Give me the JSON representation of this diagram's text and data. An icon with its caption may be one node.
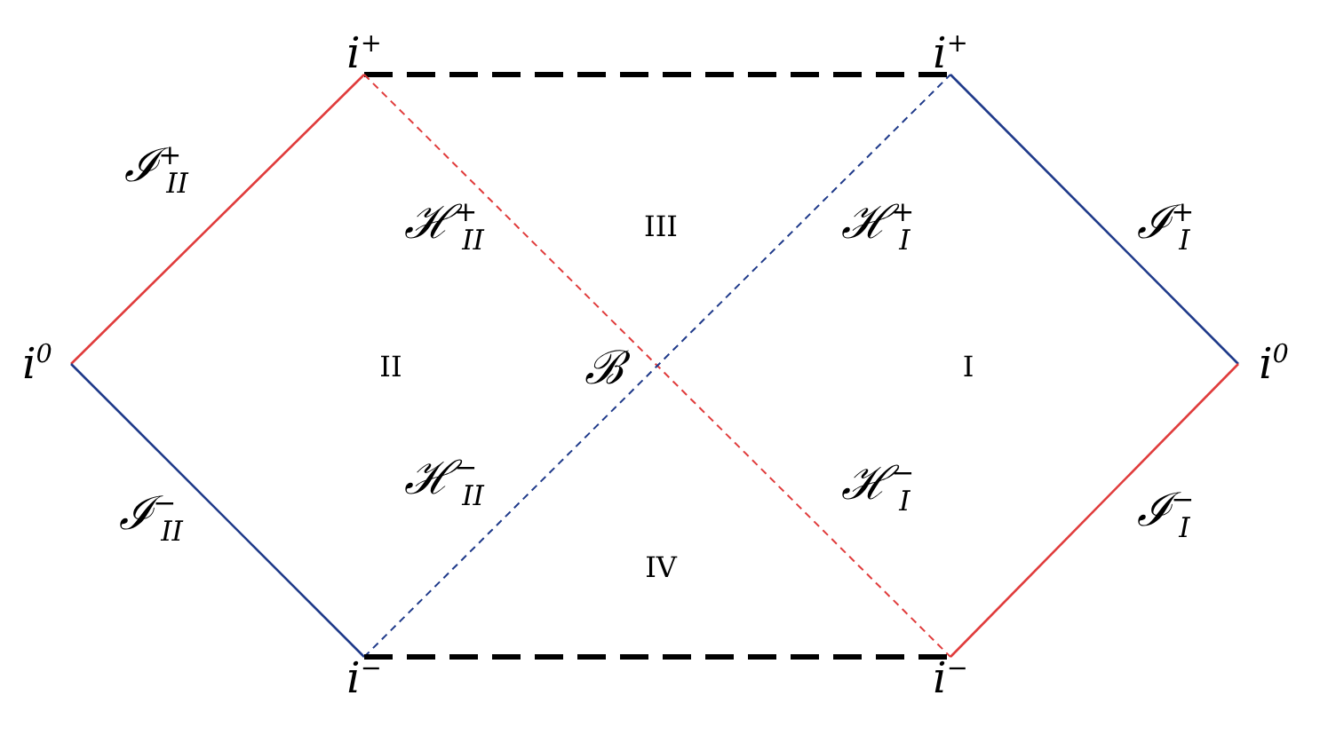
{
  "diagram": {
    "nodes": [
      {
        "text": [
          "i$^{+}$"
        ]
      },
      {
        "text": [
          "i$^{+}$"
        ]
      },
      {
        "text": [
          "i$^{0}$"
        ]
      },
      {
        "text": [
          "i$^{0}$"
        ]
      },
      {
        "text": [
          "i$^{−}$"
        ]
      },
      {
        "text": [
          "i$^{−}$"
        ]
      }
    ],
    "edges": [
      {
        "from": 2,
        "to": 0,
        "arrow": "none",
        "color": "#e03c3c"
      },
      {
        "from": 0,
        "to": 1,
        "arrow": "none",
        "style": "dashed",
        "color": "#000000"
      },
      {
        "from": 1,
        "to": 3,
        "arrow": "none",
        "color": "#1f3a8a"
      },
      {
        "from": 2,
        "to": 4,
        "arrow": "none",
        "color": "#1f3a8a"
      },
      {
        "from": 0,
        "to": 5,
        "arrow": "none",
        "style": "dashed",
        "color": "#e03c3c"
      },
      {
        "from": 4,
        "to": 1,
        "arrow": "none",
        "style": "dashed",
        "color": "#1f3a8a"
      },
      {
        "from": 4,
        "to": 5,
        "arrow": "none",
        "style": "dashed",
        "color": "#000000"
      },
      {
        "from": 3,
        "to": 5,
        "arrow": "none",
        "color": "#e03c3c"
      }
    ],
    "labels": [
      "ℐ$^{+}$$_{II}$",
      "ℐ$^{+}$$_{I}$",
      "ℋ$^{+}$$_{II}$",
      "III",
      "ℋ$^{+}$$_{I}$",
      "II",
      "ℬ",
      "I",
      "ℋ$^{−}$$_{II}$",
      "ℋ$^{−}$$_{I}$",
      "ℐ$^{−}$$_{II}$",
      "IV",
      "ℐ$^{−}$$_{I}$"
    ]
  }
}
